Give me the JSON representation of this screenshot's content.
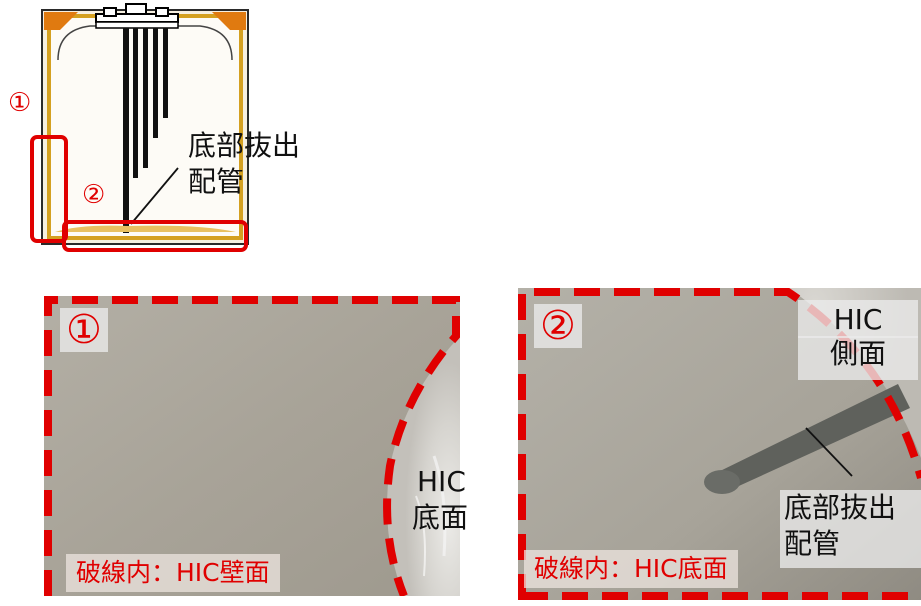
{
  "schematic": {
    "marker1": "①",
    "marker2": "②",
    "pipe_label_line1": "底部抜出",
    "pipe_label_line2": "配管"
  },
  "photo1": {
    "marker": "①",
    "hic_label_line1": "HIC",
    "hic_label_line2": "底面",
    "caption": "破線内：HIC壁面"
  },
  "photo2": {
    "marker": "②",
    "hic_label_line1": "HIC",
    "hic_label_line2": "側面",
    "pipe_label_line1": "底部抜出",
    "pipe_label_line2": "配管",
    "caption": "破線内：HIC底面"
  },
  "colors": {
    "highlight_red": "#e00000",
    "vessel_gold": "#d4a020",
    "photo_gray": "#a9a59b"
  }
}
